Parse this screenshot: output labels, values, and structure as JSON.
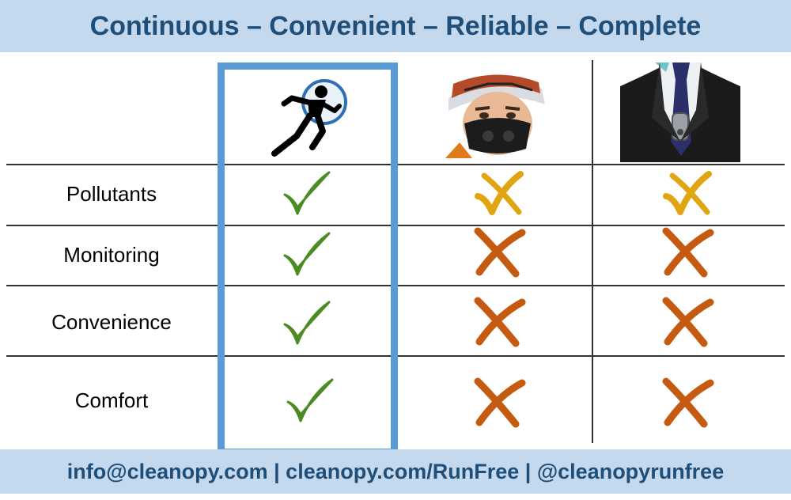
{
  "header": {
    "title": "Continuous – Convenient – Reliable – Complete"
  },
  "footer": {
    "contact": "info@cleanopy.com | cleanopy.com/RunFree | @cleanopyrunfree"
  },
  "rows": [
    {
      "label": "Pollutants",
      "marks": [
        "check",
        "partial",
        "partial"
      ]
    },
    {
      "label": "Monitoring",
      "marks": [
        "check",
        "cross",
        "cross"
      ]
    },
    {
      "label": "Convenience",
      "marks": [
        "check",
        "cross",
        "cross"
      ]
    },
    {
      "label": "Comfort",
      "marks": [
        "check",
        "cross",
        "cross"
      ]
    }
  ],
  "columns": [
    {
      "icon": "runner-icon"
    },
    {
      "icon": "masked-person-photo"
    },
    {
      "icon": "suit-wearable-photo"
    }
  ],
  "colors": {
    "banner": "#c5d9ee",
    "text": "#1f4e79",
    "highlight": "#5b9bd5",
    "check": "#4a8b23",
    "partial": "#e0a510",
    "cross": "#c55a11"
  }
}
